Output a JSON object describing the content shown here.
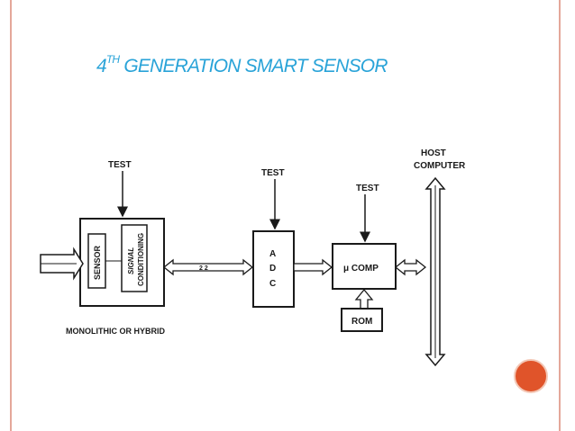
{
  "title": {
    "main": "4",
    "sup": "TH",
    "rest": " GENERATION SMART SENSOR"
  },
  "diagram": {
    "test_labels": [
      "TEST",
      "TEST",
      "TEST"
    ],
    "host_line1": "HOST",
    "host_line2": "COMPUTER",
    "sensor": "SENSOR",
    "signal_line1": "SIGNAL",
    "signal_line2": "CONDITIONING",
    "adc_a": "A",
    "adc_d": "D",
    "adc_c": "C",
    "mucomp": "μ COMP",
    "rom": "ROM",
    "monolithic": "MONOLITHIC OR HYBRID",
    "bus_mark": "2 2"
  },
  "colors": {
    "title": "#29a3d8",
    "border": "#e4a79a",
    "accent_dot": "#e0542a"
  }
}
